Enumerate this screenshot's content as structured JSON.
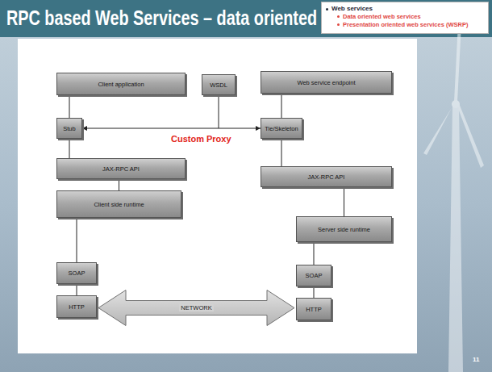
{
  "diagram": {
    "title": "RPC based Web Services – data oriented",
    "nodes": [
      {
        "text": [
          "Web services",
          "Data oriented web services",
          "Presentation oriented web services (WSRP)"
        ]
      },
      {
        "text": [
          "Client application"
        ]
      },
      {
        "text": [
          "WSDL"
        ]
      },
      {
        "text": [
          "Web service endpoint"
        ]
      },
      {
        "text": [
          "Stub"
        ]
      },
      {
        "text": [
          "Tie/Skeleton"
        ]
      },
      {
        "text": [
          "JAX-RPC API"
        ]
      },
      {
        "text": [
          "JAX-RPC API"
        ]
      },
      {
        "text": [
          "Client side runtime"
        ]
      },
      {
        "text": [
          "Server side runtime"
        ]
      },
      {
        "text": [
          "SOAP"
        ]
      },
      {
        "text": [
          "SOAP"
        ]
      },
      {
        "text": [
          "HTTP"
        ]
      },
      {
        "text": [
          "HTTP"
        ]
      }
    ],
    "edges": [
      {
        "from": 1,
        "to": 4,
        "arrow": "none"
      },
      {
        "from": 4,
        "to": 6,
        "arrow": "none"
      },
      {
        "from": 6,
        "to": 8,
        "arrow": "none"
      },
      {
        "from": 8,
        "to": 10,
        "arrow": "none"
      },
      {
        "from": 10,
        "to": 12,
        "arrow": "none"
      },
      {
        "from": 3,
        "to": 5,
        "arrow": "none"
      },
      {
        "from": 5,
        "to": 7,
        "arrow": "none"
      },
      {
        "from": 7,
        "to": 9,
        "arrow": "none"
      },
      {
        "from": 9,
        "to": 11,
        "arrow": "none"
      },
      {
        "from": 11,
        "to": 13,
        "arrow": "none"
      },
      {
        "from": 4,
        "to": 5,
        "arrow": "both"
      },
      {
        "from": 12,
        "to": 13,
        "arrow": "both",
        "label": "NETWORK"
      }
    ],
    "labels": [
      "Custom Proxy",
      "11"
    ]
  }
}
